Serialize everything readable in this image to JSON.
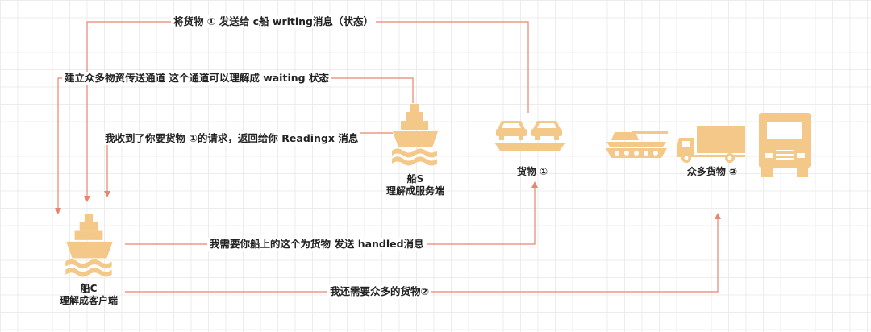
{
  "colors": {
    "arrow": "#e88570",
    "icon": "#f3c888",
    "grid": "#ececec"
  },
  "nodes": {
    "ship_s_name": "船S",
    "ship_s_role": "理解成服务端",
    "ship_c_name": "船C",
    "ship_c_role": "理解成客户端",
    "cargo_1": "货物 ①",
    "cargo_many": "众多货物 ②"
  },
  "icons": [
    "ship-icon",
    "ship-icon",
    "cars-on-barge-icon",
    "tank-icon",
    "truck-icon",
    "lorry-front-icon"
  ],
  "messages": {
    "send_writing": "将货物 ① 发送给 c船 writing消息（状态）",
    "build_channel": "建立众多物资传送通道  这个通道可以理解成 waiting 状态",
    "reply_reading": "我收到了你要货物 ①的请求，返回给你 Readingx 消息",
    "request_handled": "我需要你船上的这个为货物  发送 handled消息",
    "need_more": "我还需要众多的货物②"
  }
}
